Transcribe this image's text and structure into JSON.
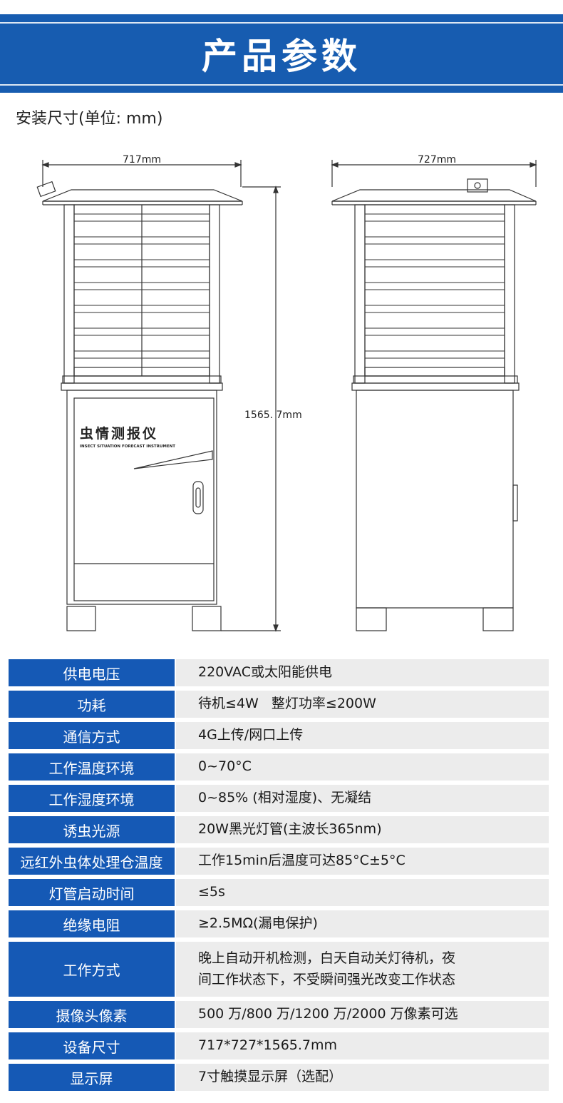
{
  "header": {
    "title": "产品参数"
  },
  "install_dimensions_label": "安装尺寸(单位: mm)",
  "drawing": {
    "front_width_label": "717mm",
    "side_width_label": "727mm",
    "height_label": "1565. 7mm",
    "cabinet_name": "虫情测报仪",
    "cabinet_subtitle": "INSECT SITUATION FORECAST INSTRUMENT"
  },
  "specs": [
    {
      "label": "供电电压",
      "value": "220VAC或太阳能供电"
    },
    {
      "label": "功耗",
      "value": "待机≤4W   整灯功率≤200W"
    },
    {
      "label": "通信方式",
      "value": "4G上传/网口上传"
    },
    {
      "label": "工作温度环境",
      "value": "0~70°C"
    },
    {
      "label": "工作湿度环境",
      "value": "0~85% (相对湿度)、无凝结"
    },
    {
      "label": "诱虫光源",
      "value": "20W黑光灯管(主波长365nm)"
    },
    {
      "label": "远红外虫体处理仓温度",
      "value": "工作15min后温度可达85°C±5°C"
    },
    {
      "label": "灯管启动时间",
      "value": "≤5s"
    },
    {
      "label": "绝缘电阻",
      "value": "≥2.5MΩ(漏电保护)"
    },
    {
      "label": "工作方式",
      "value": "晚上自动开机检测，白天自动关灯待机，夜\n间工作状态下，不受瞬间强光改变工作状态"
    },
    {
      "label": "摄像头像素",
      "value": "500 万/800 万/1200 万/2000 万像素可选"
    },
    {
      "label": "设备尺寸",
      "value": "717*727*1565.7mm"
    },
    {
      "label": "显示屏",
      "value": "7寸触摸显示屏（选配）"
    }
  ]
}
